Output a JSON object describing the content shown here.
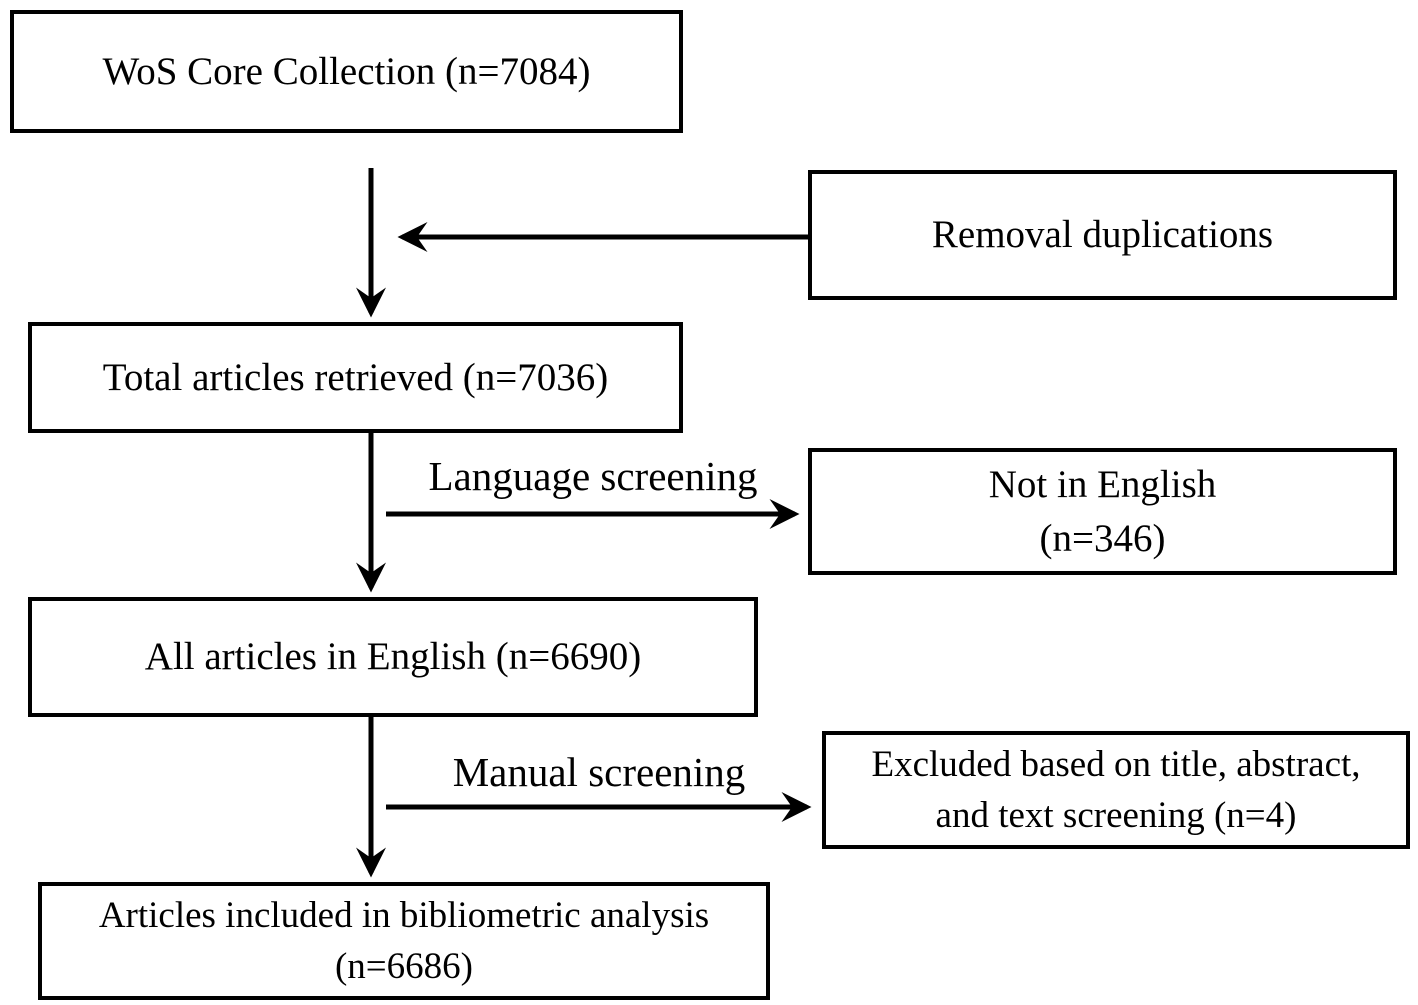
{
  "diagram": {
    "type": "flowchart",
    "background_color": "#ffffff",
    "line_color": "#000000",
    "boxes": {
      "wos": {
        "label": "WoS Core Collection (n=7084)"
      },
      "removal": {
        "label": "Removal duplications"
      },
      "total": {
        "label": "Total articles retrieved (n=7036)"
      },
      "not_english": {
        "line1": "Not in English",
        "line2": "(n=346)"
      },
      "english": {
        "label": "All articles in English (n=6690)"
      },
      "excluded": {
        "line1": "Excluded based on title, abstract,",
        "line2": "and text screening (n=4)"
      },
      "included": {
        "line1": "Articles included in bibliometric analysis",
        "line2": "(n=6686)"
      }
    },
    "arrow_labels": {
      "language_screening": "Language screening",
      "manual_screening": "Manual screening"
    },
    "flow": [
      "WoS Core Collection (n=7084) -> Total articles retrieved (n=7036) [Removal duplications]",
      "Total articles retrieved (n=7036) -> All articles in English (n=6690) [Language screening -> Not in English (n=346)]",
      "All articles in English (n=6690) -> Articles included in bibliometric analysis (n=6686) [Manual screening -> Excluded based on title, abstract, and text screening (n=4)]"
    ]
  }
}
